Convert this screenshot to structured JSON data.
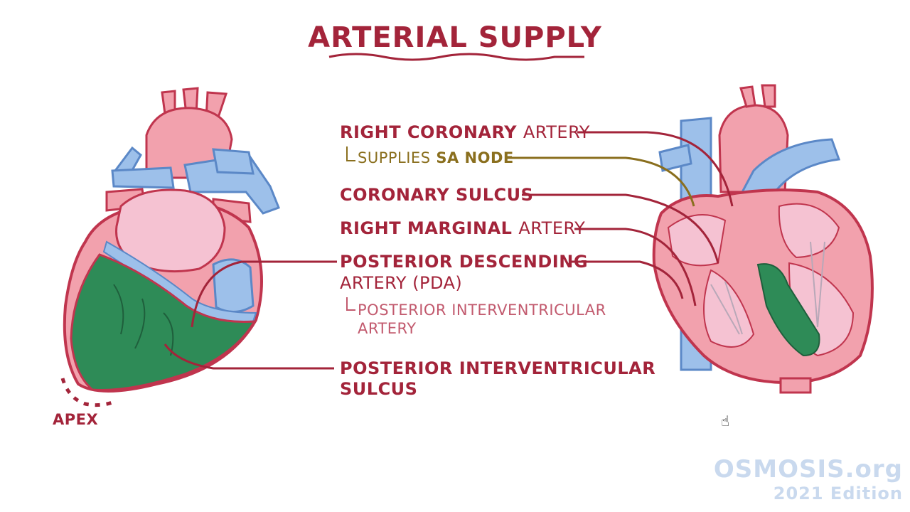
{
  "title": "ARTERIAL SUPPLY",
  "labels": {
    "rca_a": "RIGHT CORONARY",
    "rca_b": "ARTERY",
    "sa_node_a": "SUPPLIES",
    "sa_node_b": "SA NODE",
    "coronary_sulcus": "CORONARY SULCUS",
    "right_marginal_a": "RIGHT MARGINAL",
    "right_marginal_b": "ARTERY",
    "pda_a": "POSTERIOR DESCENDING",
    "pda_b": "ARTERY (PDA)",
    "piv_artery_a": "POSTERIOR INTERVENTRICULAR",
    "piv_artery_b": "ARTERY",
    "piv_sulcus_a": "POSTERIOR INTERVENTRICULAR",
    "piv_sulcus_b": "SULCUS",
    "apex": "APEX"
  },
  "logo": {
    "brand": "OSMOSIS.org",
    "edition": "2021 Edition"
  },
  "colors": {
    "label_red": "#a3243a",
    "label_gold": "#8a6f1e",
    "label_pink": "#c25a6e",
    "heart_pink": "#f2a1ad",
    "vessel_blue": "#9dc0ea",
    "region_green": "#2e8b57",
    "outline": "#c0354e"
  }
}
